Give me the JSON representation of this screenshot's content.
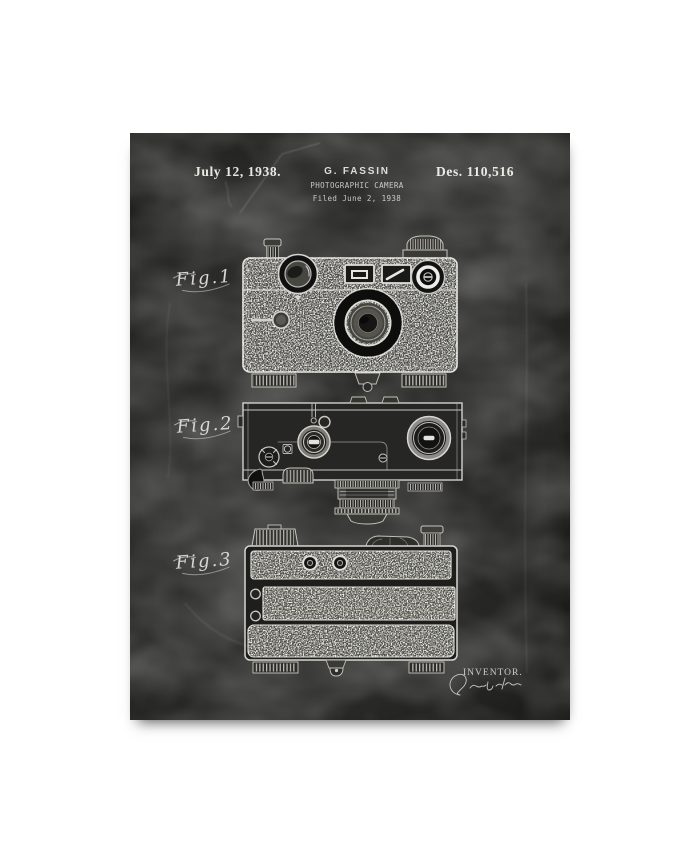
{
  "header": {
    "date": "July 12, 1938.",
    "inventor": "G. FASSIN",
    "patent_number": "Des. 110,516",
    "title": "PHOTOGRAPHIC CAMERA",
    "filed": "Filed June 2, 1938"
  },
  "figures": [
    {
      "label": "Fig.1"
    },
    {
      "label": "Fig.2"
    },
    {
      "label": "Fig.3"
    }
  ],
  "footer": {
    "inventor_label": "INVENTOR."
  },
  "colors": {
    "page_bg": "#ffffff",
    "board": "#272725",
    "chalk": "#e9e7e1",
    "chalk_dim": "#c7c5bf"
  }
}
